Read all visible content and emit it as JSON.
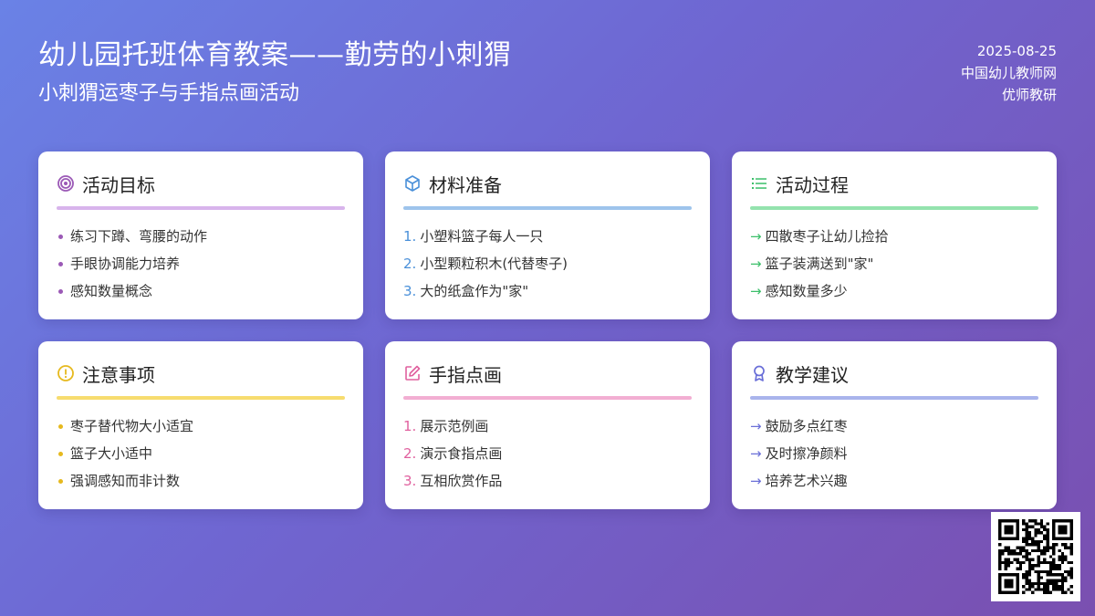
{
  "header": {
    "title": "幼儿园托班体育教案——勤劳的小刺猬",
    "subtitle": "小刺猬运枣子与手指点画活动"
  },
  "meta": {
    "date": "2025-08-25",
    "source": "中国幼儿教师网",
    "category": "优师教研"
  },
  "cards": [
    {
      "title": "活动目标",
      "icon": "target-icon",
      "accent": "#d8b4ec",
      "marker_color": "#9b59b6",
      "list_style": "bullet",
      "items": [
        "练习下蹲、弯腰的动作",
        "手眼协调能力培养",
        "感知数量概念"
      ]
    },
    {
      "title": "材料准备",
      "icon": "cube-icon",
      "accent": "#9ec4ec",
      "marker_color": "#4a90d9",
      "list_style": "number",
      "markers": [
        "1.",
        "2.",
        "3."
      ],
      "items": [
        "小塑料篮子每人一只",
        "小型颗粒积木(代替枣子)",
        "大的纸盒作为\"家\""
      ]
    },
    {
      "title": "活动过程",
      "icon": "list-icon",
      "accent": "#94e3ae",
      "marker_color": "#3cbf6a",
      "list_style": "arrow",
      "markers": [
        "→",
        "→",
        "→"
      ],
      "items": [
        "四散枣子让幼儿捡拾",
        "篮子装满送到\"家\"",
        "感知数量多少"
      ]
    },
    {
      "title": "注意事项",
      "icon": "alert-circle-icon",
      "accent": "#f7dc6f",
      "marker_color": "#e6b91e",
      "list_style": "bullet",
      "items": [
        "枣子替代物大小适宜",
        "篮子大小适中",
        "强调感知而非计数"
      ]
    },
    {
      "title": "手指点画",
      "icon": "edit-icon",
      "accent": "#f2aed2",
      "marker_color": "#e0609e",
      "list_style": "number",
      "markers": [
        "1.",
        "2.",
        "3."
      ],
      "items": [
        "展示范例画",
        "演示食指点画",
        "互相欣赏作品"
      ]
    },
    {
      "title": "教学建议",
      "icon": "award-icon",
      "accent": "#a9b4ec",
      "marker_color": "#6a6fd8",
      "list_style": "arrow",
      "markers": [
        "→",
        "→",
        "→"
      ],
      "items": [
        "鼓励多点红枣",
        "及时擦净颜料",
        "培养艺术兴趣"
      ]
    }
  ],
  "qr": {
    "icon": "qr-code-icon"
  }
}
